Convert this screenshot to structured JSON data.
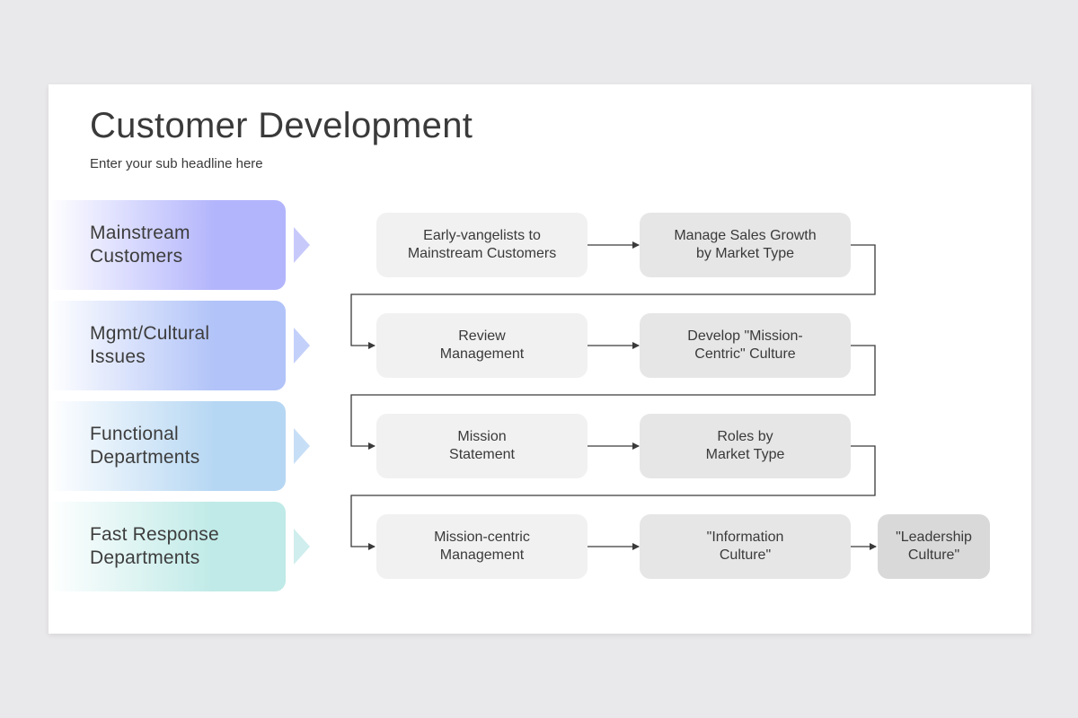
{
  "header": {
    "title": "Customer Development",
    "subtitle": "Enter your sub headline here"
  },
  "categories": [
    {
      "label": "Mainstream\nCustomers",
      "color_left": "#ffffff",
      "color_right": "#b3b5fc",
      "arrow": "#c8c9fb"
    },
    {
      "label": "Mgmt/Cultural\nIssues",
      "color_left": "#ffffff",
      "color_right": "#b1c3f8",
      "arrow": "#c3d0fa"
    },
    {
      "label": "Functional\nDepartments",
      "color_left": "#ffffff",
      "color_right": "#b6d7f3",
      "arrow": "#c7dff6"
    },
    {
      "label": "Fast Response\nDepartments",
      "color_left": "#ffffff",
      "color_right": "#bfeae7",
      "arrow": "#cfeeed"
    }
  ],
  "flow": {
    "row1": [
      "Early-vangelists to\nMainstream Customers",
      "Manage Sales Growth\nby Market Type"
    ],
    "row2": [
      "Review\nManagement",
      "Develop \"Mission-\nCentric\" Culture"
    ],
    "row3": [
      "Mission\nStatement",
      "Roles by\nMarket Type"
    ],
    "row4": [
      "Mission-centric\nManagement",
      "\"Information\nCulture\"",
      "\"Leadership\nCulture\""
    ]
  },
  "colors": {
    "box_light": "#f1f1f1",
    "box_mid": "#e6e6e6",
    "box_dark": "#d9d9d9",
    "connector": "#3a3a3a"
  }
}
